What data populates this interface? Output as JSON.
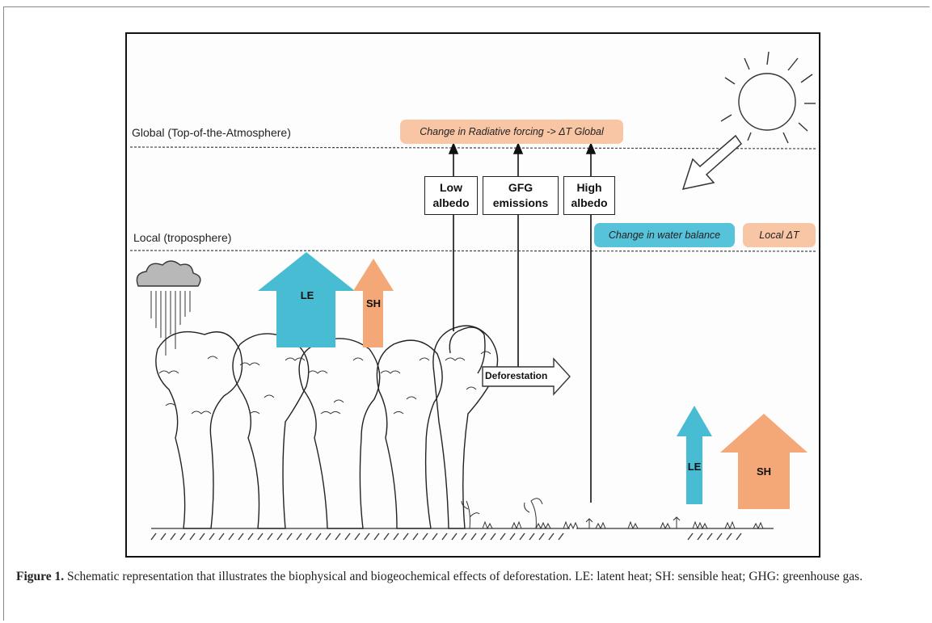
{
  "levels": {
    "global": "Global (Top-of-the-Atmosphere)",
    "local": "Local (troposphere)"
  },
  "pills": {
    "radiative": "Change in Radiative forcing -> ΔT Global",
    "water": "Change in water balance",
    "local_t": "Local ΔT"
  },
  "boxes": {
    "low_albedo": [
      "Low",
      "albedo"
    ],
    "gfg": [
      "GFG",
      "emissions"
    ],
    "high_albedo": [
      "High",
      "albedo"
    ]
  },
  "fluxes": {
    "le_forest": "LE",
    "sh_forest": "SH",
    "le_open": "LE",
    "sh_open": "SH"
  },
  "deforestation": "Deforestation",
  "caption": {
    "label": "Figure 1.",
    "text": " Schematic representation that illustrates the biophysical and biogeochemical effects of deforestation. LE: latent heat; SH: sensible heat; GHG: greenhouse gas."
  },
  "colors": {
    "latent_heat": "#48bcd3",
    "sensible_heat": "#f4a877",
    "radiative_pill": "#f8c6a4",
    "water_pill": "#56c3da",
    "local_pill": "#f8c6a4"
  },
  "icons": [
    "sun-icon",
    "cloud-icon",
    "rain-icon",
    "trees-icon",
    "grass-icon"
  ]
}
